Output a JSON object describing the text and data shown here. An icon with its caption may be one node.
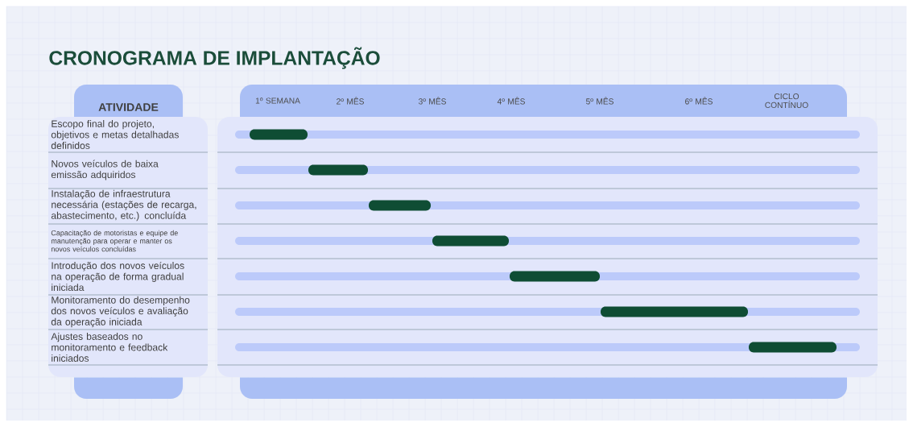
{
  "diagram": {
    "title": "CRONOGRAMA DE IMPLANTAÇÃO",
    "nodes": [
      {
        "text": [
          "ATIVIDADE"
        ]
      },
      {
        "text": [
          "Escopo final do projeto, objetivos e metas detalhadas definidos"
        ]
      },
      {
        "text": [
          "Novos veículos de baixa emissão adquiridos"
        ]
      },
      {
        "text": [
          "Instalação de infraestrutura necessária (estações de recarga, abastecimento, etc.) concluída"
        ]
      },
      {
        "text": [
          "Capacitação de motoristas e equipe de manutenção para operar e manter os novos veículos concluídas"
        ]
      },
      {
        "text": [
          "Introdução dos novos veículos na operação de forma gradual iniciada"
        ]
      },
      {
        "text": [
          "Monitoramento do desempenho dos novos veículos e avaliação da operação iniciada"
        ]
      },
      {
        "text": [
          "Ajustes baseados no monitoramento e feedback iniciados"
        ]
      },
      {
        "text": [
          "1º SEMANA",
          "2º MÊS",
          "3º MÊS",
          "4º MÊS",
          "5º MÊS",
          "6º MÊS",
          "CICLO CONTÍNUO"
        ]
      },
      {
        "text": [],
        "shape": "bar"
      },
      {
        "text": [],
        "shape": "bar"
      },
      {
        "text": [],
        "shape": "bar"
      },
      {
        "text": [],
        "shape": "bar"
      },
      {
        "text": [],
        "shape": "bar"
      },
      {
        "text": [],
        "shape": "bar"
      },
      {
        "text": [],
        "shape": "bar"
      },
      {
        "text": [],
        "shape": "box"
      },
      {
        "text": [],
        "shape": "box"
      }
    ]
  }
}
